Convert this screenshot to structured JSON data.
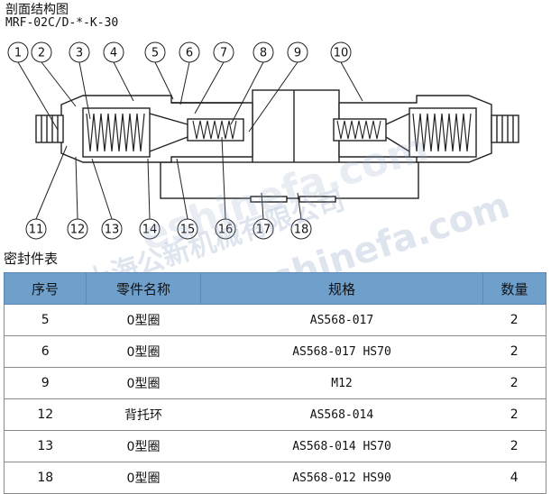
{
  "header": {
    "title": "剖面结构图",
    "model": "MRF-02C/D-*-K-30"
  },
  "diagram": {
    "callouts_top": [
      "1",
      "2",
      "3",
      "4",
      "5",
      "6",
      "7",
      "8",
      "9",
      "10"
    ],
    "callouts_bottom": [
      "11",
      "12",
      "13",
      "14",
      "15",
      "16",
      "17",
      "18"
    ]
  },
  "watermark": {
    "line1": "上海公新机械有限公司",
    "line2": "eshinefa.com",
    "line3": "eshinefa.com"
  },
  "seal_section_title": "密封件表",
  "table": {
    "headers": [
      "序号",
      "零件名称",
      "规格",
      "数量"
    ],
    "rows": [
      [
        "5",
        "0型圈",
        "AS568-017",
        "2"
      ],
      [
        "6",
        "0型圈",
        "AS568-017 HS70",
        "2"
      ],
      [
        "9",
        "0型圈",
        "M12",
        "2"
      ],
      [
        "12",
        "背托环",
        "AS568-014",
        "2"
      ],
      [
        "13",
        "0型圈",
        "AS568-014 HS70",
        "2"
      ],
      [
        "18",
        "0型圈",
        "AS568-012 HS90",
        "4"
      ]
    ]
  }
}
